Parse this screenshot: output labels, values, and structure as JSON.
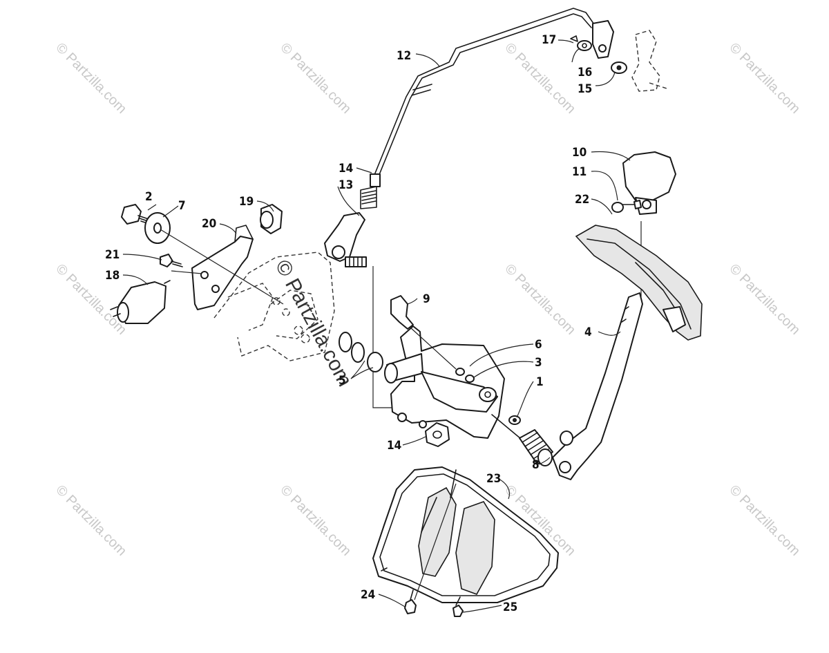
{
  "watermark": {
    "small_text": "© Partzilla.com",
    "large_text": "© Partzilla.com"
  },
  "callouts": {
    "c1": "1",
    "c2": "2",
    "c3": "3",
    "c4": "4",
    "c5": "5",
    "c6": "6",
    "c7": "7",
    "c8": "8",
    "c9": "9",
    "c10": "10",
    "c11": "11",
    "c12": "12",
    "c13": "13",
    "c14a": "14",
    "c14b": "14",
    "c15": "15",
    "c16": "16",
    "c17": "17",
    "c18": "18",
    "c19": "19",
    "c20": "20",
    "c21": "21",
    "c22": "22",
    "c23": "23",
    "c24": "24",
    "c25": "25"
  },
  "colors": {
    "line": "#1a1a1a",
    "watermark": "#c8c8c8"
  }
}
